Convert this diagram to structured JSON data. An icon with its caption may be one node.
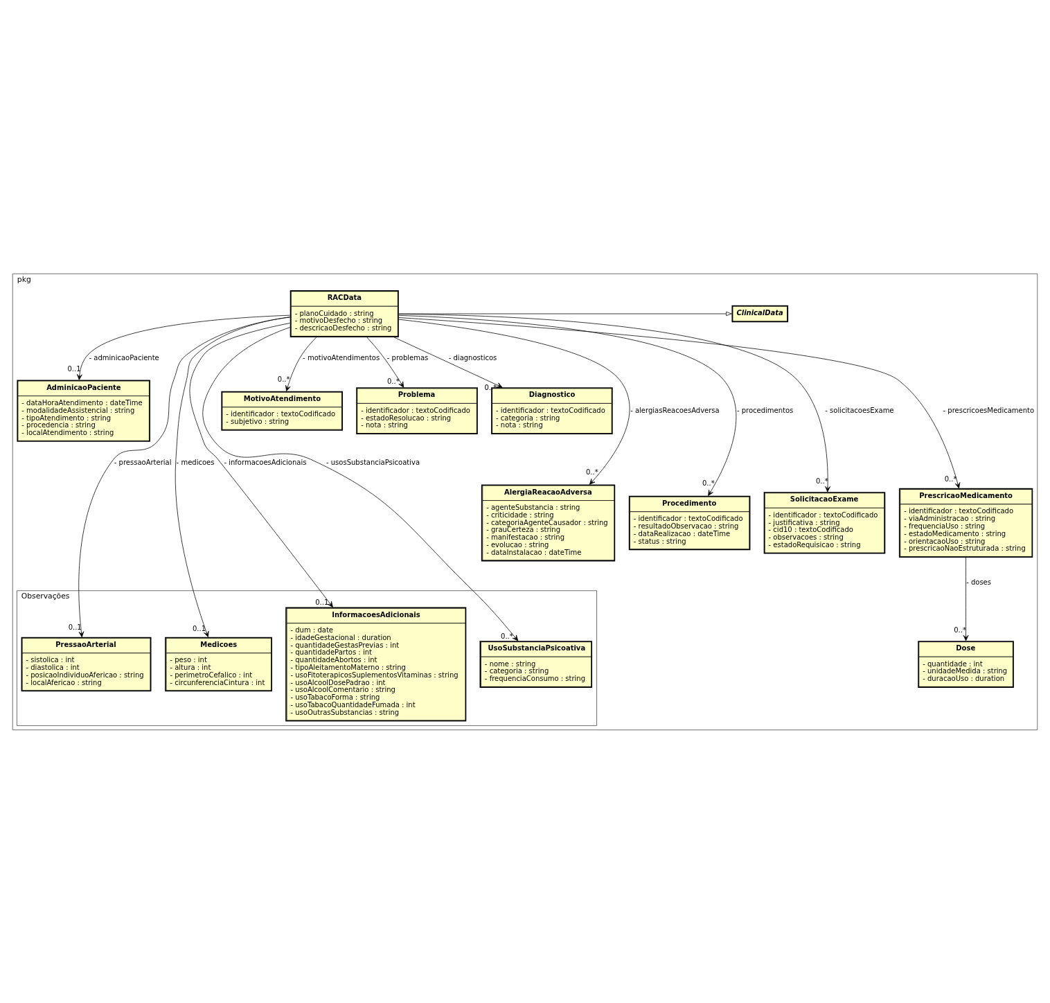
{
  "diagram": {
    "nodes": [
      {
        "text": [
          "pkg"
        ]
      },
      {
        "text": [
          "ClinicalData"
        ],
        "in": 0
      },
      {
        "text": [
          "AdminicaoPaciente",
          "- dataHoraAtendimento : dateTime",
          "- modalidadeAssistencial : string",
          "- tipoAtendimento : string",
          "- procedencia : string",
          "- localAtendimento : string"
        ],
        "in": 0
      },
      {
        "text": [
          "Observações"
        ],
        "in": 0
      },
      {
        "text": [
          "PressaoArterial",
          "- sistolica : int",
          "- diastolica : int",
          "- posicaoIndividuoAfericao : string",
          "- localAfericao : string"
        ],
        "in": 3
      },
      {
        "text": [
          "Medicoes",
          "- peso : int",
          "- altura : int",
          "- perimetroCefalico : int",
          "- circunferenciaCintura : int"
        ],
        "in": 3
      },
      {
        "text": [
          "InformacoesAdicionais",
          "- dum : date",
          "- idadeGestacional : duration",
          "- quantidadeGestasPrevias : int",
          "- quantidadePartos : int",
          "- quantidadeAbortos : int",
          "- tipoAleitamentoMaterno : string",
          "- usoFitoterapicosSuplementosVitaminas : string",
          "- usoAlcoolDosePadrao : int",
          "- usoAlcoolComentario : string",
          "- usoTabacoForma : string",
          "- usoTabacoQuantidadeFumada : int",
          "- usoOutrasSubstancias : string"
        ],
        "in": 3
      },
      {
        "text": [
          "UsoSubstanciaPsicoativa",
          "- nome : string",
          "- categoria : string",
          "- frequenciaConsumo : string"
        ],
        "in": 3
      },
      {
        "text": [
          "RACData",
          "- planoCuidado : string",
          "- motivoDesfecho : string",
          "- descricaoDesfecho : string"
        ],
        "in": 0
      },
      {
        "text": [
          "MotivoAtendimento",
          "- identificador : textoCodificado",
          "- subjetivo : string"
        ],
        "in": 0
      },
      {
        "text": [
          "Problema",
          "- identificador : textoCodificado",
          "- estadoResolucao : string",
          "- nota : string"
        ],
        "in": 0
      },
      {
        "text": [
          "Diagnostico",
          "- identificador : textoCodificado",
          "- categoria : string",
          "- nota : string"
        ],
        "in": 0
      },
      {
        "text": [
          "AlergiaReacaoAdversa",
          "- agenteSubstancia : string",
          "- criticidade : string",
          "- categoriaAgenteCausador : string",
          "- grauCerteza : string",
          "- manifestacao : string",
          "- evolucao : string",
          "- dataInstalacao : dateTime"
        ],
        "in": 0
      },
      {
        "text": [
          "Procedimento",
          "- identificador : textoCodificado",
          "- resultadoObservacao : string",
          "- dataRealizacao : dateTime",
          "- status : string"
        ],
        "in": 0
      },
      {
        "text": [
          "SolicitacaoExame",
          "- identificador : textoCodificado",
          "- justificativa : string",
          "- cid10 : textoCodificado",
          "- observacoes : string",
          "- estadoRequisicao : string"
        ],
        "in": 0
      },
      {
        "text": [
          "PrescricaoMedicamento",
          "- identificador : textoCodificado",
          "- viaAdministracao : string",
          "- frequenciaUso : string",
          "- estadoMedicamento : string",
          "- orientacaoUso : string",
          "- prescricaoNaoEstruturada : string"
        ],
        "in": 0
      },
      {
        "text": [
          "Dose",
          "- quantidade : int",
          "- unidadeMedida : string",
          "- duracaoUso : duration"
        ],
        "in": 0
      }
    ],
    "edges": [
      {
        "from": 8,
        "to": 1,
        "arrow": "to"
      },
      {
        "from": 8,
        "to": 2,
        "arrow": "to",
        "label": "- adminicaoPaciente"
      },
      {
        "from": 8,
        "to": 4,
        "arrow": "to",
        "label": "- pressaoArterial"
      },
      {
        "from": 8,
        "to": 5,
        "arrow": "to",
        "label": "- medicoes"
      },
      {
        "from": 8,
        "to": 6,
        "arrow": "to",
        "label": "- informacoesAdicionais"
      },
      {
        "from": 8,
        "to": 7,
        "arrow": "to",
        "label": "- usosSubstanciaPsicoativa"
      },
      {
        "from": 8,
        "to": 9,
        "arrow": "to",
        "label": "- motivoAtendimentos"
      },
      {
        "from": 8,
        "to": 10,
        "arrow": "to",
        "label": "- problemas"
      },
      {
        "from": 8,
        "to": 11,
        "arrow": "to",
        "label": "- diagnosticos"
      },
      {
        "from": 8,
        "to": 12,
        "arrow": "to",
        "label": "- alergiasReacoesAdversa"
      },
      {
        "from": 8,
        "to": 13,
        "arrow": "to",
        "label": "- procedimentos"
      },
      {
        "from": 8,
        "to": 14,
        "arrow": "to",
        "label": "- solicitacoesExame"
      },
      {
        "from": 8,
        "to": 15,
        "arrow": "to",
        "label": "- prescricoesMedicamento"
      },
      {
        "from": 15,
        "to": 16,
        "arrow": "to",
        "label": "- doses"
      }
    ],
    "labels": [
      "0..1",
      "0..1",
      "0..1",
      "0..1",
      "0..*",
      "0..*",
      "0..*",
      "0..*",
      "0..*",
      "0..*",
      "0..*",
      "0..*",
      "0..*"
    ]
  }
}
